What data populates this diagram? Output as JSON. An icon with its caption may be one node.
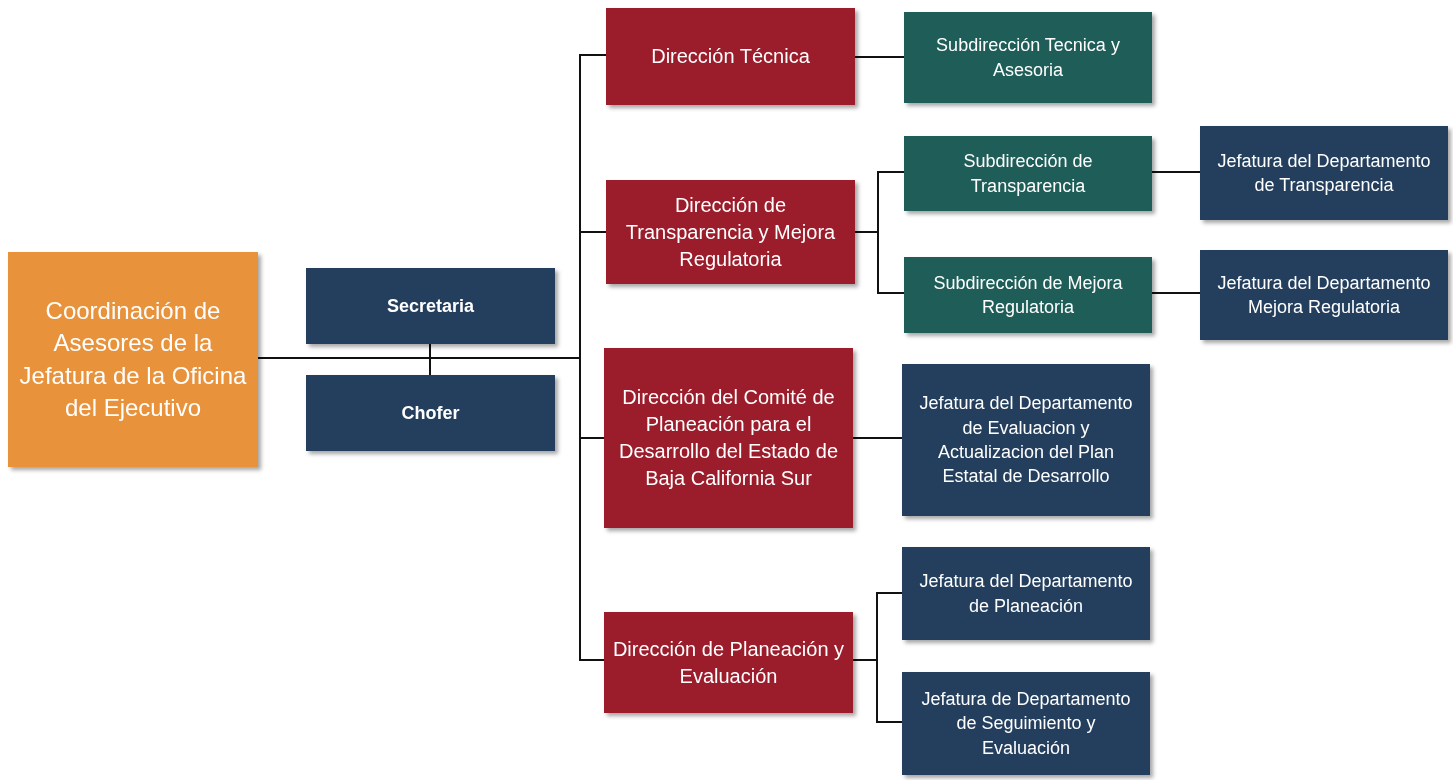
{
  "diagram": {
    "nodes": [
      {
        "text": [
          "Coordinación de Asesores  de la Jefatura de la Oficina del Ejecutivo"
        ]
      },
      {
        "text": [
          "Secretaria"
        ]
      },
      {
        "text": [
          "Chofer"
        ]
      },
      {
        "text": [
          "Dirección Técnica"
        ]
      },
      {
        "text": [
          "Subdirección Tecnica y Asesoria"
        ]
      },
      {
        "text": [
          "Dirección de Transparencia y Mejora Regulatoria"
        ]
      },
      {
        "text": [
          "Subdirección de Transparencia"
        ]
      },
      {
        "text": [
          "Jefatura del Departamento de Transparencia"
        ]
      },
      {
        "text": [
          "Subdirección de Mejora Regulatoria"
        ]
      },
      {
        "text": [
          "Jefatura del Departamento Mejora Regulatoria"
        ]
      },
      {
        "text": [
          "Dirección del Comité de Planeación para el Desarrollo del Estado de Baja California Sur"
        ]
      },
      {
        "text": [
          "Jefatura del Departamento de Evaluacion y Actualizacion del Plan Estatal de Desarrollo"
        ]
      },
      {
        "text": [
          "Dirección de Planeación y Evaluación"
        ]
      },
      {
        "text": [
          "Jefatura del Departamento  de Planeación"
        ]
      },
      {
        "text": [
          "Jefatura de Departamento de Seguimiento y Evaluación"
        ]
      }
    ],
    "edges": [
      {
        "from": 0,
        "to": 1,
        "arrow": "none"
      },
      {
        "from": 0,
        "to": 2,
        "arrow": "none"
      },
      {
        "from": 0,
        "to": 3,
        "arrow": "none"
      },
      {
        "from": 0,
        "to": 5,
        "arrow": "none"
      },
      {
        "from": 0,
        "to": 10,
        "arrow": "none"
      },
      {
        "from": 0,
        "to": 12,
        "arrow": "none"
      },
      {
        "from": 3,
        "to": 4,
        "arrow": "none"
      },
      {
        "from": 5,
        "to": 6,
        "arrow": "none"
      },
      {
        "from": 5,
        "to": 8,
        "arrow": "none"
      },
      {
        "from": 6,
        "to": 7,
        "arrow": "none"
      },
      {
        "from": 8,
        "to": 9,
        "arrow": "none"
      },
      {
        "from": 10,
        "to": 11,
        "arrow": "none"
      },
      {
        "from": 12,
        "to": 13,
        "arrow": "none"
      },
      {
        "from": 12,
        "to": 14,
        "arrow": "none"
      }
    ]
  }
}
